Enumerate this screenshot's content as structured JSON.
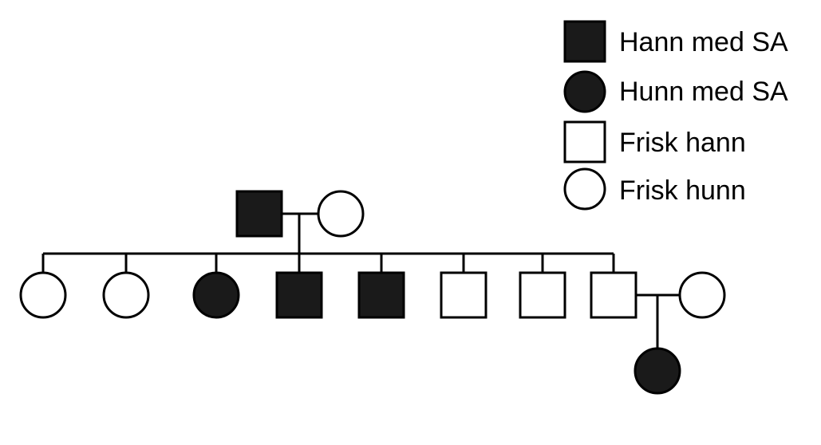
{
  "colors": {
    "affected": "#1a1a1a",
    "healthy": "#ffffff",
    "stroke": "#000000"
  },
  "legend": [
    {
      "symbol": "square",
      "affected": true,
      "label": "Hann med SA"
    },
    {
      "symbol": "circle",
      "affected": true,
      "label": "Hunn med SA"
    },
    {
      "symbol": "square",
      "affected": false,
      "label": "Frisk hann"
    },
    {
      "symbol": "circle",
      "affected": false,
      "label": "Frisk hunn"
    }
  ],
  "pedigree": {
    "parents": [
      {
        "sex": "male",
        "affected": true
      },
      {
        "sex": "female",
        "affected": false
      }
    ],
    "children": [
      {
        "sex": "female",
        "affected": false
      },
      {
        "sex": "female",
        "affected": false
      },
      {
        "sex": "female",
        "affected": true
      },
      {
        "sex": "male",
        "affected": true
      },
      {
        "sex": "male",
        "affected": true
      },
      {
        "sex": "male",
        "affected": false
      },
      {
        "sex": "male",
        "affected": false
      },
      {
        "sex": "male",
        "affected": false
      }
    ],
    "spouse_of_last_child": {
      "sex": "female",
      "affected": false
    },
    "grandchild": {
      "sex": "female",
      "affected": true
    }
  }
}
